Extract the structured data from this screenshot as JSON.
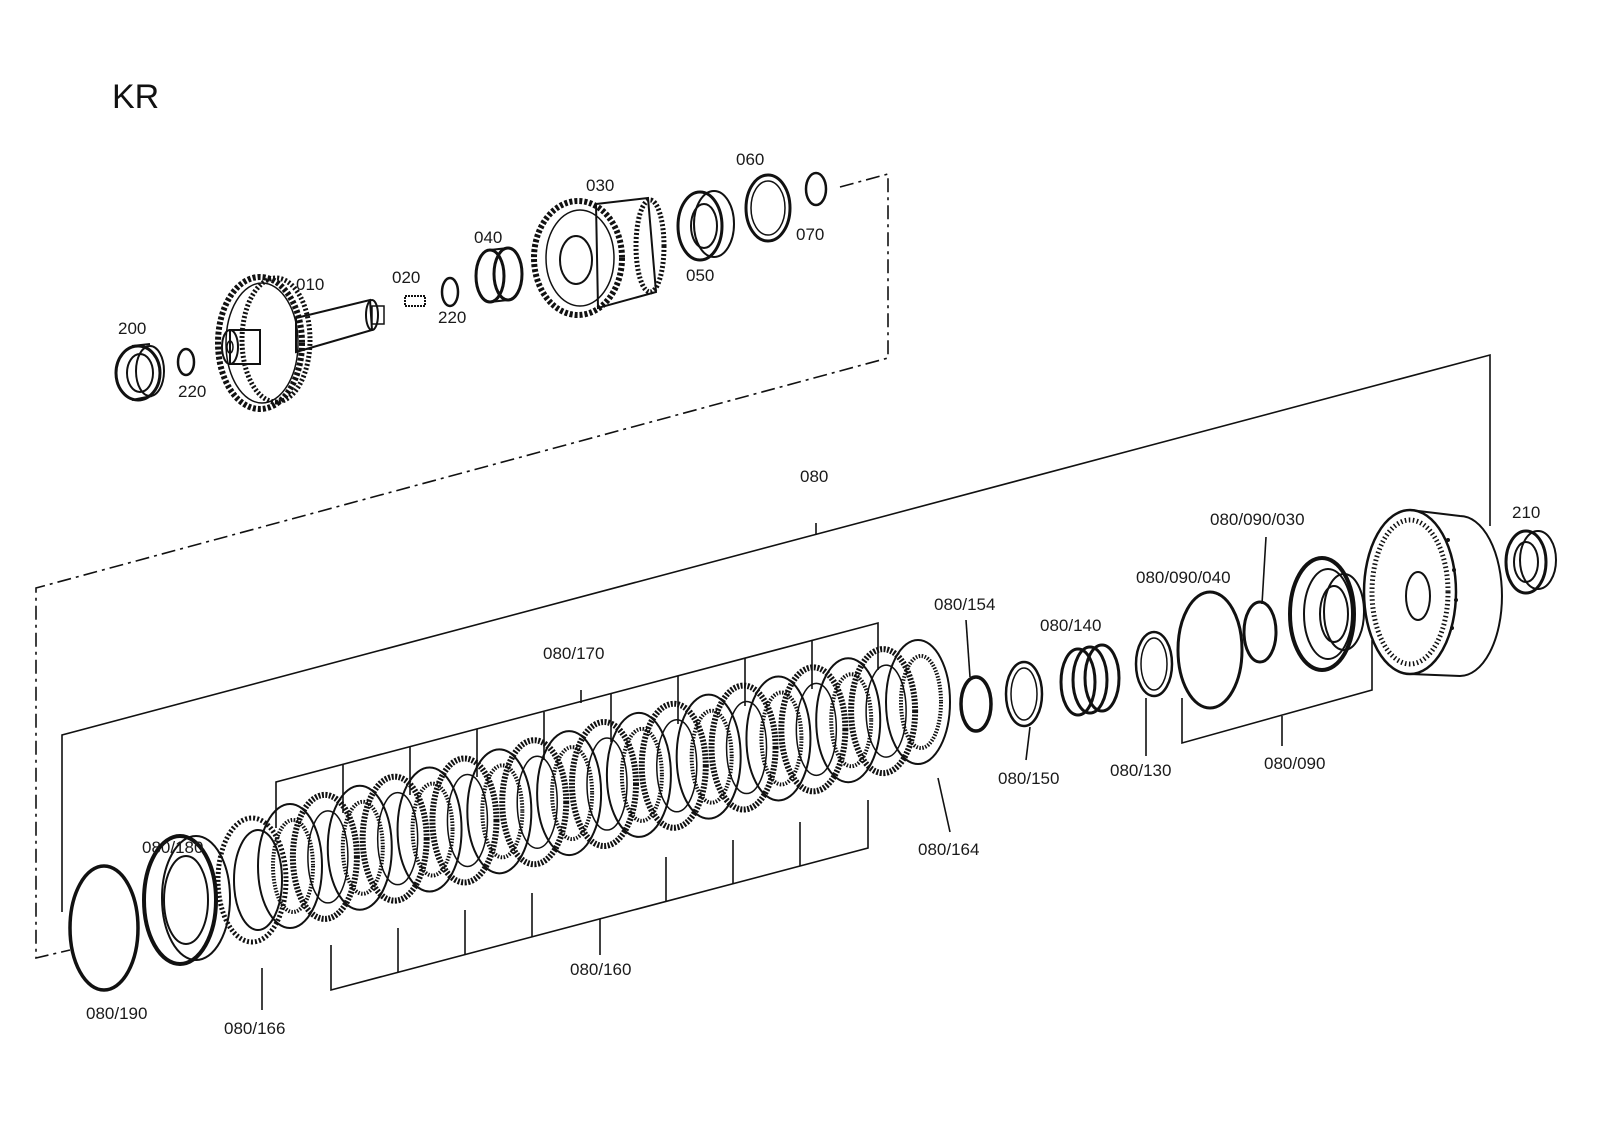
{
  "title": "KR",
  "labels": {
    "p010": "010",
    "p020": "020",
    "p030": "030",
    "p040": "040",
    "p050": "050",
    "p060": "060",
    "p070": "070",
    "p200": "200",
    "p220a": "220",
    "p220b": "220",
    "p080": "080",
    "p210": "210",
    "p080_090_030": "080/090/030",
    "p080_090_040": "080/090/040",
    "p080_154": "080/154",
    "p080_140": "080/140",
    "p080_170": "080/170",
    "p080_180": "080/180",
    "p080_150": "080/150",
    "p080_130": "080/130",
    "p080_090": "080/090",
    "p080_164": "080/164",
    "p080_190": "080/190",
    "p080_166": "080/166",
    "p080_160": "080/160"
  },
  "colors": {
    "line": "#111111",
    "background": "#ffffff"
  }
}
